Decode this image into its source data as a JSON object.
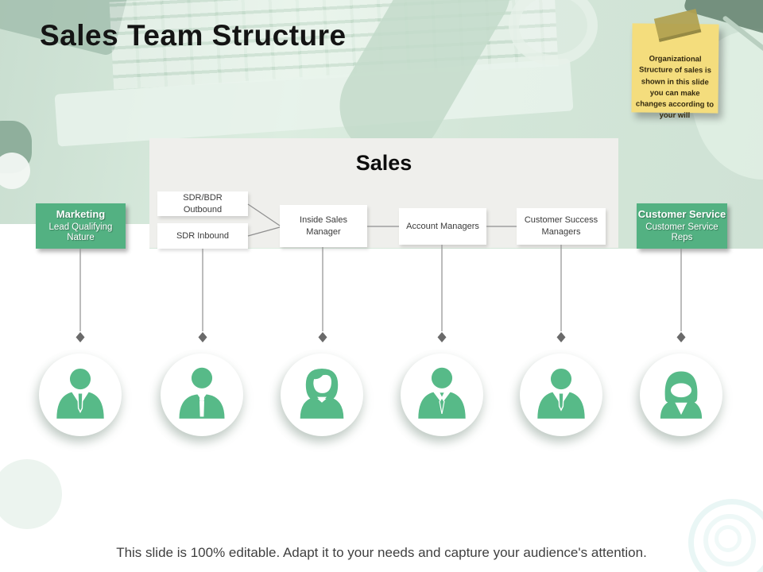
{
  "slide": {
    "title": "Sales Team Structure",
    "footer_text": "This slide is 100% editable. Adapt it to your needs and capture your audience's attention."
  },
  "sticky_note": {
    "text": "Organizational Structure of sales is shown in this slide you can make changes according to your will",
    "paper_color": "#f4dd7d",
    "tape_color": "#b1a150"
  },
  "colors": {
    "accent_green": "#57ba88",
    "branch_green": "#53b182",
    "panel_gray": "#efefec",
    "connector_gray": "#8f8f8f",
    "diamond_gray": "#6a6a6a",
    "photo_tint": "#d3e6d8"
  },
  "org_chart": {
    "group_label": "Sales",
    "left_branch": {
      "title": "Marketing",
      "subtitle": "Lead Qualifying Nature"
    },
    "right_branch": {
      "title": "Customer Service",
      "subtitle": "Customer Service Reps"
    },
    "sales_nodes": [
      {
        "label": "SDR/BDR Outbound"
      },
      {
        "label": "SDR Inbound"
      },
      {
        "label": "Inside Sales Manager"
      },
      {
        "label": "Account Managers"
      },
      {
        "label": "Customer Success Managers"
      }
    ],
    "team_icons": [
      {
        "name": "male-suit-person-icon"
      },
      {
        "name": "male-tie-person-icon"
      },
      {
        "name": "female-person-icon"
      },
      {
        "name": "male-suit-tie-person-icon"
      },
      {
        "name": "male-suit-person-icon"
      },
      {
        "name": "female-bob-person-icon"
      }
    ]
  }
}
